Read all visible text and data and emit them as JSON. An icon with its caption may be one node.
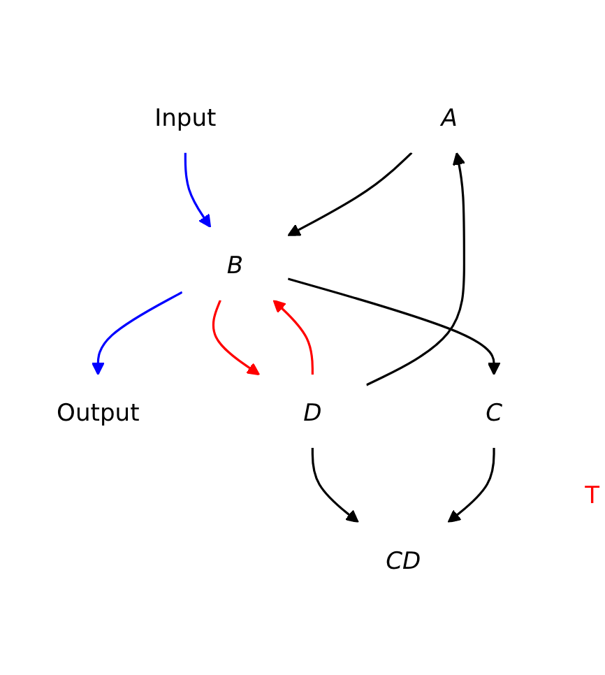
{
  "diagram": {
    "nodes": [
      {
        "text": [
          "Input"
        ]
      },
      {
        "text": [
          "A"
        ]
      },
      {
        "text": [
          "B"
        ]
      },
      {
        "text": [
          "Output"
        ]
      },
      {
        "text": [
          "D"
        ]
      },
      {
        "text": [
          "C"
        ]
      },
      {
        "text": [
          "CD"
        ]
      }
    ],
    "edges": [
      {
        "from": 0,
        "to": 2,
        "arrow": "to",
        "color": "#0000ff"
      },
      {
        "from": 1,
        "to": 2,
        "arrow": "to"
      },
      {
        "from": 2,
        "to": 3,
        "arrow": "to",
        "color": "#0000ff"
      },
      {
        "from": 2,
        "to": 4,
        "arrow": "to",
        "color": "#ff0000"
      },
      {
        "from": 4,
        "to": 2,
        "arrow": "to",
        "color": "#ff0000"
      },
      {
        "from": 4,
        "to": 1,
        "arrow": "to"
      },
      {
        "from": 2,
        "to": 5,
        "arrow": "to"
      },
      {
        "from": 4,
        "to": 6,
        "arrow": "to"
      },
      {
        "from": 5,
        "to": 6,
        "arrow": "to"
      }
    ],
    "labels": [
      "T"
    ]
  }
}
